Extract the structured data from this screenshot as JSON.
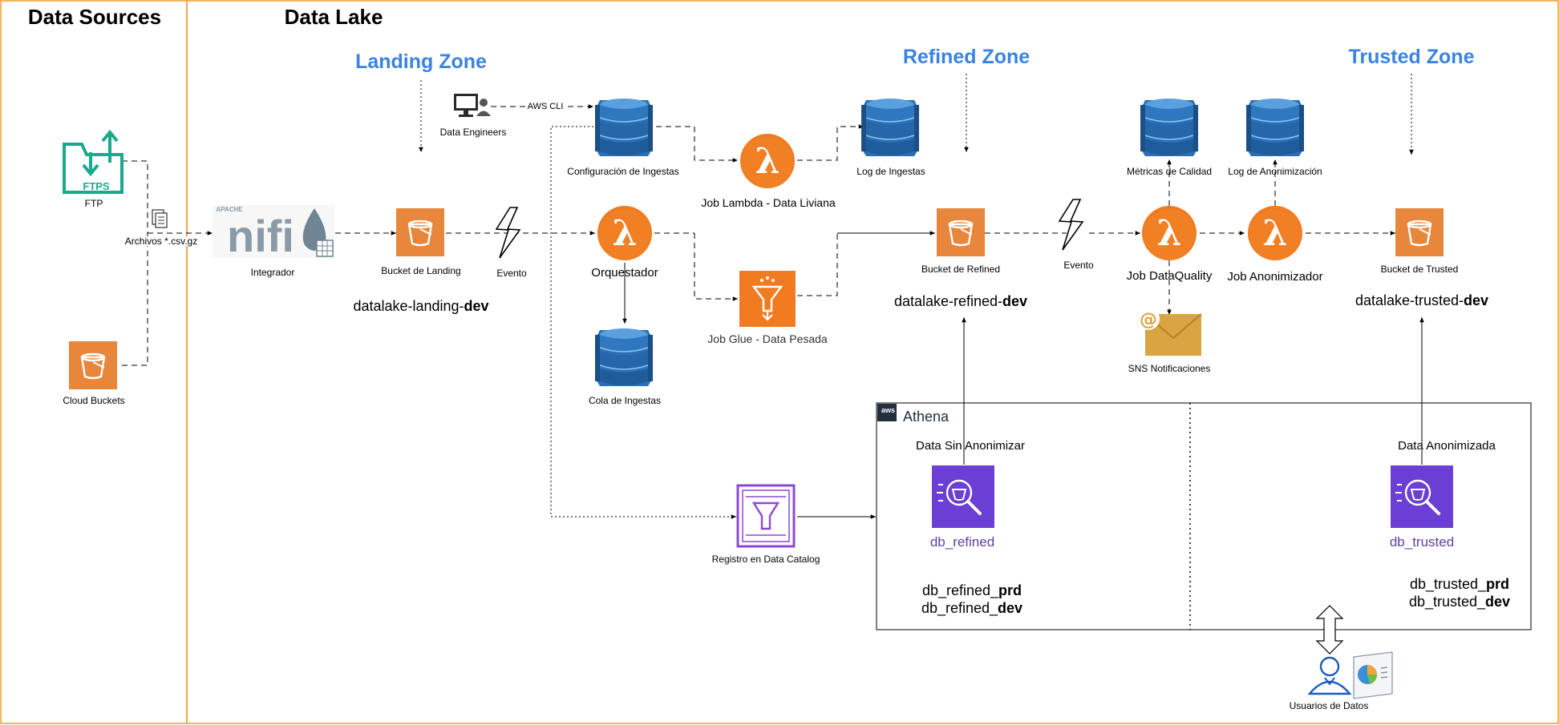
{
  "panels": {
    "data_sources": "Data Sources",
    "data_lake": "Data Lake"
  },
  "zones": {
    "landing": "Landing Zone",
    "refined": "Refined Zone",
    "trusted": "Trusted Zone"
  },
  "sources": {
    "ftp": "FTP",
    "ftps_logo": "FTPS",
    "cloud_buckets": "Cloud Buckets",
    "files": "Archivos *.csv.gz"
  },
  "nodes": {
    "nifi": "Integrador",
    "nifi_apache": "APACHE",
    "bucket_landing": "Bucket de Landing",
    "landing_name_prefix": "datalake-landing-",
    "landing_name_env": "dev",
    "evento1": "Evento",
    "data_engineers": "Data Engineers",
    "aws_cli": "AWS CLI",
    "config_ingestas": "Configuración de Ingestas",
    "orquestador": "Orquestador",
    "cola_ingestas": "Cola de Ingestas",
    "job_lambda": "Job Lambda - Data Liviana",
    "job_glue": "Job Glue - Data Pesada",
    "log_ingestas": "Log de Ingestas",
    "bucket_refined": "Bucket de Refined",
    "refined_name_prefix": "datalake-refined-",
    "refined_name_env": "dev",
    "evento2": "Evento",
    "metricas_calidad": "Métricas de Calidad",
    "job_dataquality": "Job DataQuality",
    "sns": "SNS Notificaciones",
    "log_anonimizacion": "Log de Anonimización",
    "job_anonimizador": "Job Anonimizador",
    "bucket_trusted": "Bucket de Trusted",
    "trusted_name_prefix": "datalake-trusted-",
    "trusted_name_env": "dev",
    "data_catalog": "Registro en Data Catalog",
    "usuarios": "Usuarios de Datos"
  },
  "athena": {
    "badge": "aws",
    "title": "Athena",
    "left_caption": "Data Sin Anonimizar",
    "left_db": "db_refined",
    "left_prd_prefix": "db_refined_",
    "left_prd_env": "prd",
    "left_dev_prefix": "db_refined_",
    "left_dev_env": "dev",
    "right_caption": "Data Anonimizada",
    "right_db": "db_trusted",
    "right_prd_prefix": "db_trusted_",
    "right_prd_env": "prd",
    "right_dev_prefix": "db_trusted_",
    "right_dev_env": "dev"
  },
  "colors": {
    "panel_border": "#f39a2e",
    "zone_title": "#3a83e0",
    "lambda_orange": "#f07b21",
    "bucket_orange": "#e8863c",
    "dynamo_blue": "#2e73b8",
    "athena_purple": "#6a3fd0",
    "ftps_teal": "#19a98c",
    "sns_gold": "#d9a441",
    "catalog_purple": "#8d47d6",
    "user_blue": "#1c5bbd"
  }
}
